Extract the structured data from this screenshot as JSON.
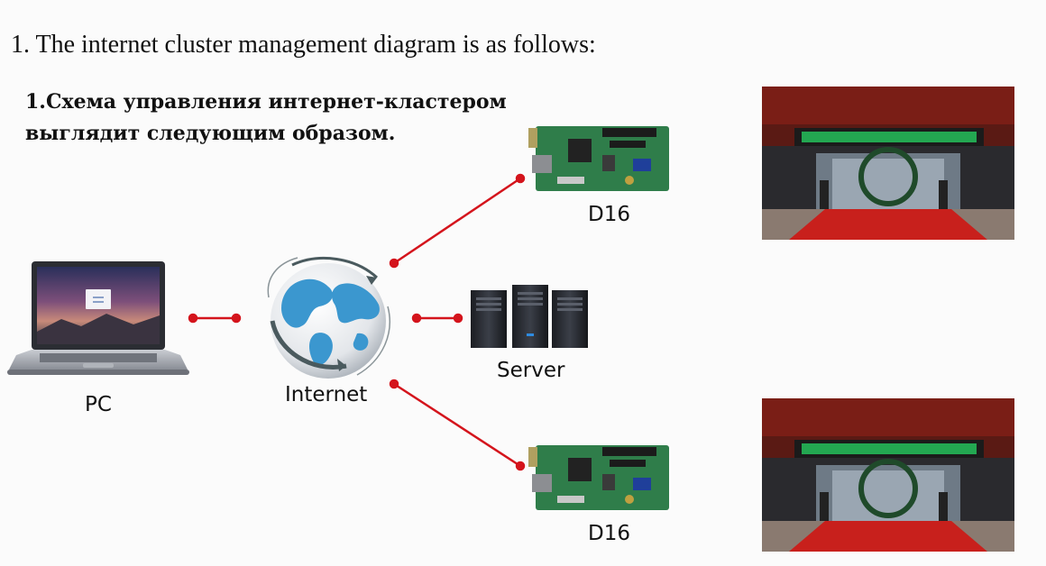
{
  "heading": {
    "english": "1. The internet cluster management diagram is as follows:",
    "russian_line1": "1.Схема управления интернет-кластером",
    "russian_line2": "выглядит следующим образом."
  },
  "nodes": {
    "pc": "PC",
    "internet": "Internet",
    "server": "Server",
    "d16_top": "D16",
    "d16_bottom": "D16"
  },
  "colors": {
    "link": "#d4141c",
    "board": "#2f7d4a",
    "globe": "#3b97cf",
    "storefront_sign": "#24c05a",
    "carpet": "#c8201c"
  }
}
